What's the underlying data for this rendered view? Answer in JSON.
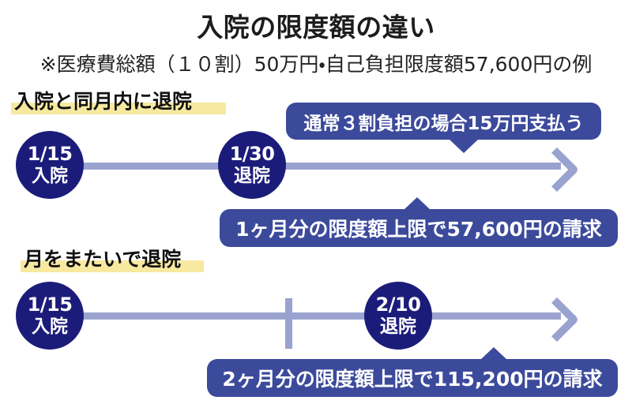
{
  "header": {
    "title": "入院の限度額の違い",
    "subtitle": "※医療費総額（１０割）50万円・自己負担限度額57,600円の例"
  },
  "colors": {
    "circle_navy": "#1b1c7a",
    "callout_blue": "#3c4a9b",
    "timeline_periwinkle": "#9aa3cf",
    "marker_yellow": "#f7e9a0",
    "text_black": "#1a1a1a",
    "background": "#ffffff"
  },
  "sections": [
    {
      "id": "same-month",
      "label": "入院と同月内に退院",
      "events": [
        {
          "date": "1/15",
          "name": "入院"
        },
        {
          "date": "1/30",
          "name": "退院"
        }
      ],
      "has_month_divider": false,
      "callouts": [
        {
          "id": "copay",
          "text": "通常３割負担の場合15万円支払う",
          "pointer": "down"
        },
        {
          "id": "limit-1",
          "text": "1ヶ月分の限度額上限で57,600円の請求",
          "pointer": "up"
        }
      ]
    },
    {
      "id": "across-months",
      "label": "月をまたいで退院",
      "events": [
        {
          "date": "1/15",
          "name": "入院"
        },
        {
          "date": "2/10",
          "name": "退院"
        }
      ],
      "has_month_divider": true,
      "callouts": [
        {
          "id": "limit-2",
          "text": "2ヶ月分の限度額上限で115,200円の請求",
          "pointer": "up"
        }
      ]
    }
  ],
  "icons": {
    "arrow_right": "timeline-arrow-right-icon",
    "month_divider": "month-boundary-tick-icon"
  }
}
